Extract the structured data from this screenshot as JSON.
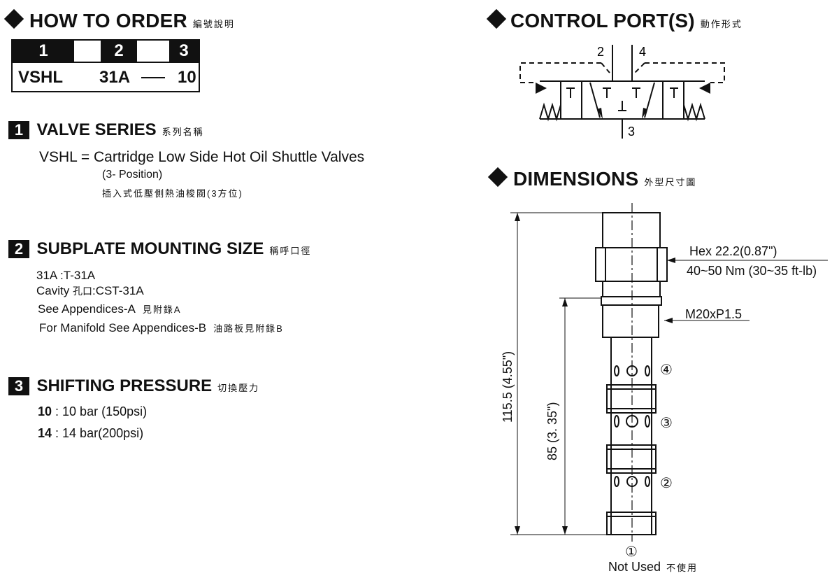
{
  "how_to_order": {
    "title": "HOW TO  ORDER",
    "title_cjk": "編號說明",
    "columns": [
      "1",
      "2",
      "3"
    ],
    "code_1": "VSHL",
    "code_2": "31A",
    "code_3": "10"
  },
  "sections": {
    "s1": {
      "num": "1",
      "title": "VALVE SERIES",
      "title_cjk": "系列名稱",
      "line1": "VSHL = Cartridge Low Side Hot Oil Shuttle Valves",
      "line2": "(3- Position)",
      "line3": "插入式低壓側熱油梭閥(3方位)"
    },
    "s2": {
      "num": "2",
      "title": "SUBPLATE MOUNTING SIZE",
      "title_cjk": "稱呼口徑",
      "line1": "31A :T-31A",
      "line2_a": "Cavity ",
      "line2_cjk": "孔口",
      "line2_b": ":CST-31A",
      "line3": "See Appendices-A",
      "line3_cjk": "見附錄A",
      "line4": "For Manifold See Appendices-B",
      "line4_cjk": "油路板見附錄B"
    },
    "s3": {
      "num": "3",
      "title": "SHIFTING PRESSURE",
      "title_cjk": "切換壓力",
      "opt1_code": "10",
      "opt1_text": " : 10 bar (150psi)",
      "opt2_code": "14",
      "opt2_text": " : 14 bar(200psi)"
    }
  },
  "control_ports": {
    "title": "CONTROL PORT(S)",
    "title_cjk": "動作形式",
    "port_2": "2",
    "port_4": "4",
    "port_3": "3"
  },
  "dimensions": {
    "title": "DIMENSIONS",
    "title_cjk": "外型尺寸圖",
    "hex": "Hex  22.2(0.87\")",
    "torque": "40~50 Nm (30~35 ft-lb)",
    "thread": "M20xP1.5",
    "overall": "115.5 (4.55\")",
    "lower": "85 (3. 35\")",
    "port_labels": [
      "④",
      "③",
      "②",
      "①"
    ],
    "not_used": "Not Used",
    "not_used_cjk": "不使用"
  }
}
